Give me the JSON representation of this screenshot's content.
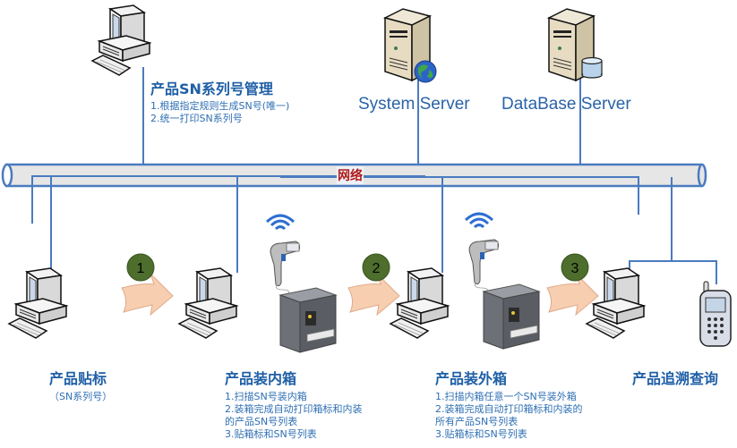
{
  "network": {
    "label": "网络"
  },
  "servers": [
    {
      "id": "system",
      "label": "System Server",
      "badge": "globe-icon"
    },
    {
      "id": "database",
      "label": "DataBase Server",
      "badge": "database-icon"
    }
  ],
  "management": {
    "title": "产品SN系列号管理",
    "lines": [
      "1.根据指定规则生成SN号(唯一)",
      "2.统一打印SN系列号"
    ]
  },
  "stations": [
    {
      "title": "产品贴标",
      "lines": [
        "（SN系列号）"
      ]
    },
    {
      "title": "产品装内箱",
      "lines": [
        "1.扫描SN号装内箱",
        "2.装箱完成自动打印箱标和内装",
        "的产品SN号列表",
        "3.贴箱标和SN号列表"
      ]
    },
    {
      "title": "产品装外箱",
      "lines": [
        "1.扫描内箱任意一个SN号装外箱",
        "2.装箱完成自动打印箱标和内装的",
        "所有产品SN号列表",
        "3.贴箱标和SN号列表"
      ]
    },
    {
      "title": "产品追溯查询",
      "lines": []
    }
  ],
  "steps": [
    "1",
    "2",
    "3"
  ],
  "colors": {
    "line": "#4a7bbf",
    "pipe_fill": "#e6e6e6",
    "step_circle": "#4d6e2c",
    "arrow_fill": "#f7cfb0",
    "title": "#1f5fa6",
    "network_label": "#b01a1a"
  }
}
